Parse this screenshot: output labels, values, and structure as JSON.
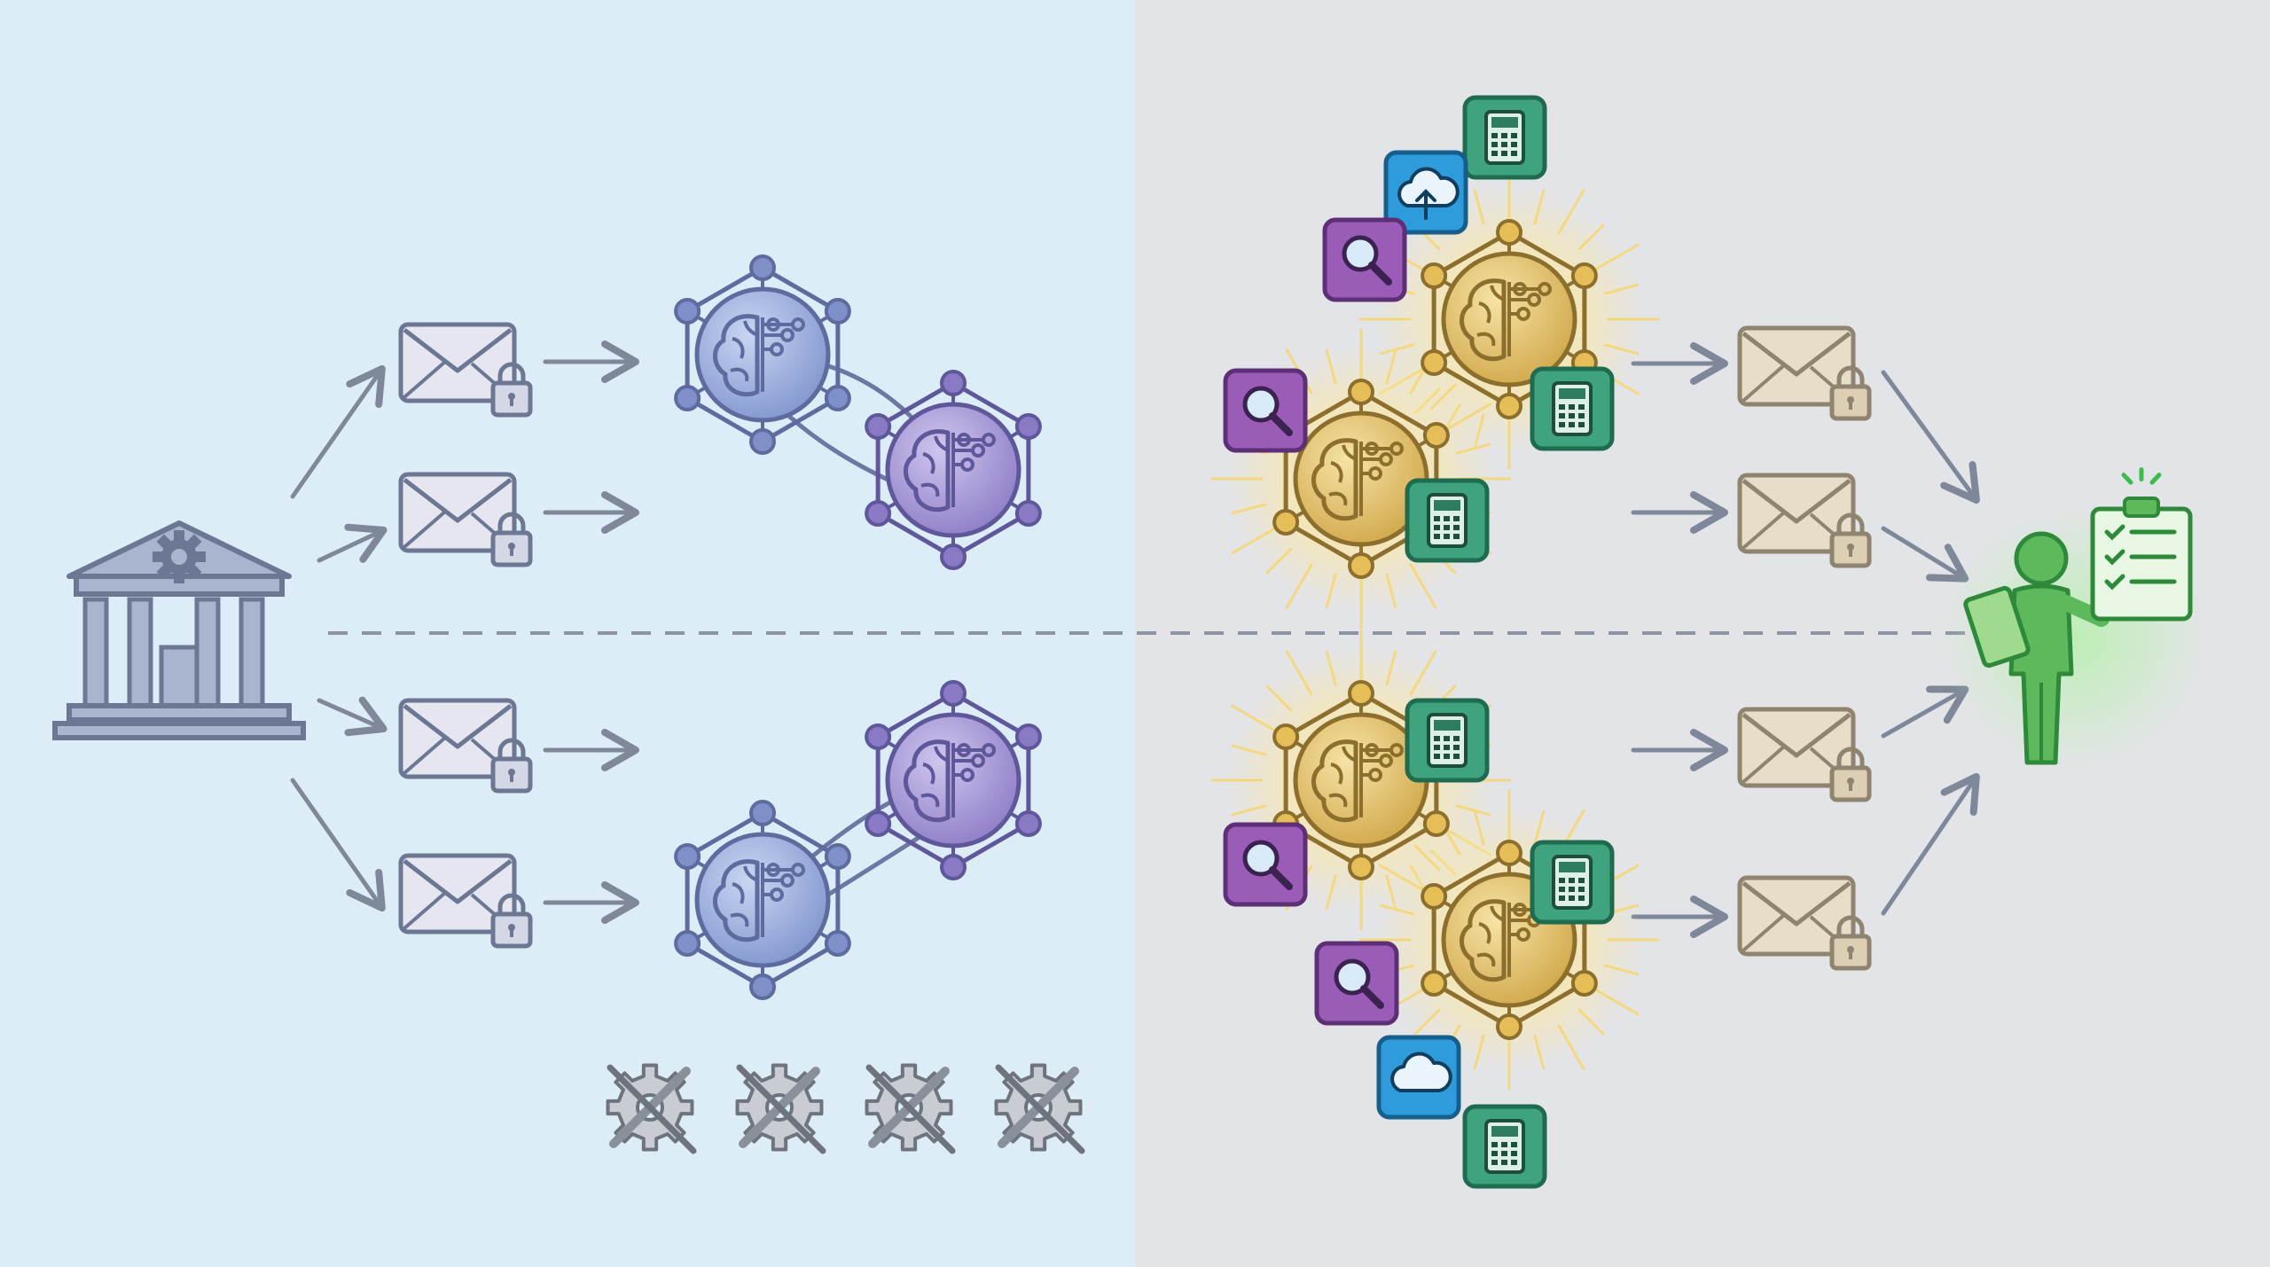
{
  "palette": {
    "left_bg": "#DDEDF8",
    "right_bg": "#E3E4E7",
    "slate": "#6B7793",
    "arrow": "#7E8899",
    "divider": "#8C93A1",
    "blue_node_fill": "#8FA6D8",
    "violet_node_fill": "#A394D2",
    "gold_node_fill": "#DDB85A",
    "gold_glow": "#FFE79A",
    "envelope_fill": "#E6E6F0",
    "envelope_fill_warm": "#E8DDC8",
    "tool_calc": "#3FA37D",
    "tool_search": "#9B5CB8",
    "tool_cloud": "#2E9CDB",
    "reviewer": "#5CB95C",
    "disabled_gear": "#9DA3AD"
  },
  "left_panel": {
    "source": {
      "icon": "institution-with-gear-icon"
    },
    "messages": [
      {
        "icon": "locked-envelope-icon"
      },
      {
        "icon": "locked-envelope-icon"
      },
      {
        "icon": "locked-envelope-icon"
      },
      {
        "icon": "locked-envelope-icon"
      }
    ],
    "agent_clusters": [
      {
        "agents": [
          "ai-brain-node-icon",
          "ai-brain-node-icon"
        ],
        "state": "idle"
      },
      {
        "agents": [
          "ai-brain-node-icon",
          "ai-brain-node-icon"
        ],
        "state": "idle"
      }
    ],
    "disabled_tools": [
      "tools-disabled-icon",
      "tools-disabled-icon",
      "tools-disabled-icon",
      "tools-disabled-icon"
    ]
  },
  "right_panel": {
    "agent_clusters": [
      {
        "agents": [
          "ai-brain-node-icon",
          "ai-brain-node-icon"
        ],
        "state": "active",
        "tools": [
          "calculator-icon",
          "cloud-upload-icon",
          "magnifier-icon",
          "magnifier-icon",
          "calculator-icon",
          "calculator-icon"
        ]
      },
      {
        "agents": [
          "ai-brain-node-icon",
          "ai-brain-node-icon"
        ],
        "state": "active",
        "tools": [
          "calculator-icon",
          "magnifier-icon",
          "calculator-icon",
          "magnifier-icon",
          "cloud-icon",
          "calculator-icon"
        ]
      }
    ],
    "messages": [
      {
        "icon": "locked-envelope-icon"
      },
      {
        "icon": "locked-envelope-icon"
      },
      {
        "icon": "locked-envelope-icon"
      },
      {
        "icon": "locked-envelope-icon"
      }
    ],
    "reviewer": {
      "icon": "reviewer-with-checklist-icon",
      "state": "approved"
    }
  }
}
